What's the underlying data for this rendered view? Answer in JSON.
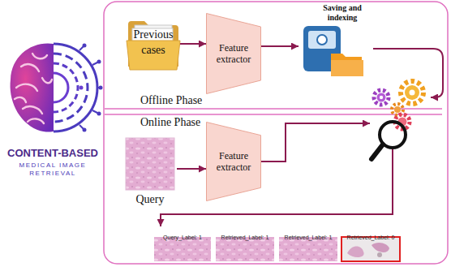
{
  "diagram": {
    "nodes": [
      {
        "text": [
          "Previous cases"
        ]
      },
      {
        "text": [
          "Feature extractor"
        ]
      },
      {
        "text": [
          "Saving and indexing"
        ]
      },
      {
        "text": [
          "Query"
        ]
      },
      {
        "text": [
          "Feature extractor"
        ]
      },
      {
        "text": [
          "Query_Label: 1"
        ]
      },
      {
        "text": [
          "Retrieved_Label: 1"
        ]
      },
      {
        "text": [
          "Retrieved_Label: 1"
        ]
      },
      {
        "text": [
          "Retrieved_Label: 0"
        ]
      }
    ],
    "edges": [
      {
        "from": 0,
        "to": 1,
        "arrow": "to"
      },
      {
        "from": 1,
        "to": 2,
        "arrow": "to"
      },
      {
        "from": 3,
        "to": 4,
        "arrow": "to"
      }
    ],
    "labels": [
      "CONTENT-BASED",
      "MEDICAL IMAGE",
      "RETRIEVAL",
      "Offline Phase",
      "Online Phase"
    ]
  }
}
